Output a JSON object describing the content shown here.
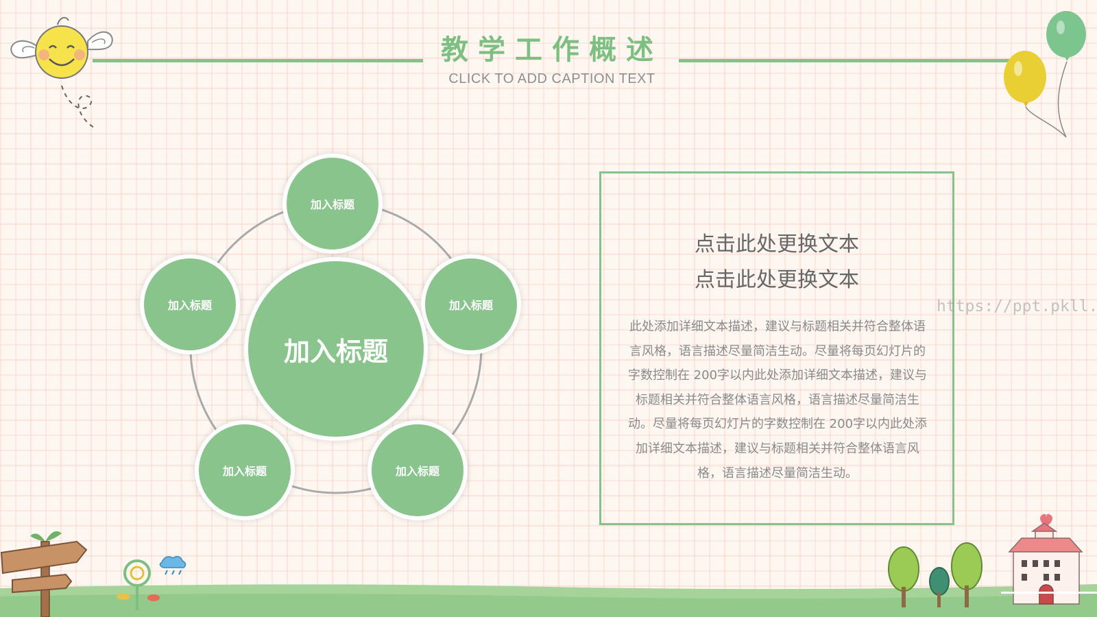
{
  "header": {
    "title": "教学工作概述",
    "caption": "CLICK TO ADD CAPTION TEXT"
  },
  "diagram": {
    "center": "加入标题",
    "nodes": [
      {
        "label": "加入标题"
      },
      {
        "label": "加入标题"
      },
      {
        "label": "加入标题"
      },
      {
        "label": "加入标题"
      },
      {
        "label": "加入标题"
      }
    ]
  },
  "textbox": {
    "subtitle_1": "点击此处更换文本",
    "subtitle_2": "点击此处更换文本",
    "body": "此处添加详细文本描述，建议与标题相关并符合整体语言风格，语言描述尽量简洁生动。尽量将每页幻灯片的字数控制在 200字以内此处添加详细文本描述，建议与标题相关并符合整体语言风格，语言描述尽量简洁生动。尽量将每页幻灯片的字数控制在 200字以内此处添加详细文本描述，建议与标题相关并符合整体语言风格，语言描述尽量简洁生动。"
  },
  "watermark": "https://ppt.pkll.de",
  "colors": {
    "accent_green": "#89c48d",
    "line_green": "#86c18a",
    "title_green": "#7cbf80",
    "text_gray": "#8a8a8a",
    "balloon_green": "#7cc58e",
    "balloon_yellow": "#e9cf34",
    "sun_yellow": "#f6e24a"
  },
  "decorations": {
    "top_left": "smiling-winged-sun-icon",
    "top_right": "balloons-icon",
    "bottom_left": "wooden-signpost-icon",
    "bottom_right": "cartoon-castle-icon"
  }
}
